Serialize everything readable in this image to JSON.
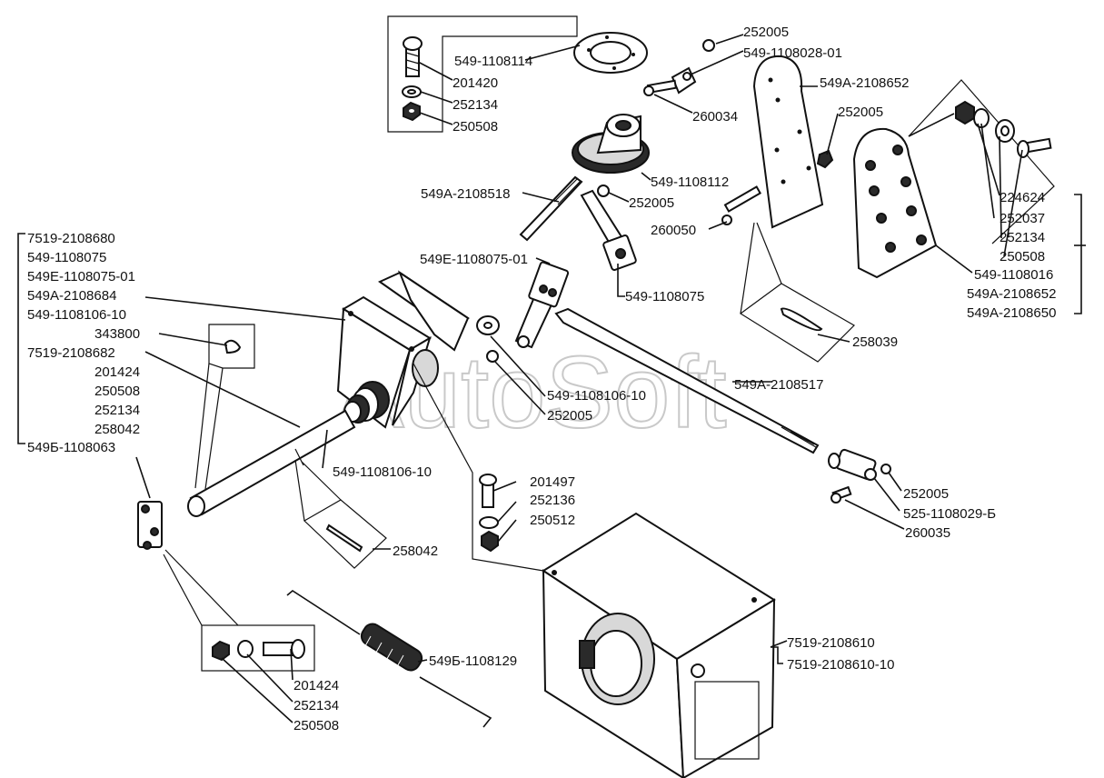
{
  "watermark": "AutoSoft",
  "labels": {
    "p549_1108114": "549-1108114",
    "p201420": "201420",
    "p252134_top": "252134",
    "p250508_top": "250508",
    "p252005_a": "252005",
    "p549_1108028_01": "549-1108028-01",
    "p260034": "260034",
    "p549A_2108652_a": "549A-2108652",
    "p252005_b": "252005",
    "p549_1108112": "549-1108112",
    "p549A_2108518": "549A-2108518",
    "p252005_c": "252005",
    "p260050": "260050",
    "p224624": "224624",
    "p252037": "252037",
    "p252134_r": "252134",
    "p250508_r": "250508",
    "p549_1108016": "549-1108016",
    "p549A_2108652_b": "549A-2108652",
    "p549A_2108650": "549A-2108650",
    "p549E_1108075_01": "549E-1108075-01",
    "p549_1108075_mid": "549-1108075",
    "p258039": "258039",
    "p549A_2108517": "549A-2108517",
    "p549_1108106_10_mid": "549-1108106-10",
    "p252005_d": "252005",
    "p549_1108106_10_shaft": "549-1108106-10",
    "p201497": "201497",
    "p252136": "252136",
    "p250512": "250512",
    "p258042_mid": "258042",
    "p252005_e": "252005",
    "p525_1108029_B": "525-1108029-Б",
    "p260035": "260035",
    "p549B_1108129": "549Б-1108129",
    "p201424_bot": "201424",
    "p252134_bot": "252134",
    "p250508_bot": "250508",
    "p7519_2108610": "7519-2108610",
    "p7519_2108610_10": "7519-2108610-10"
  },
  "left_list": [
    "7519-2108680",
    "549-1108075",
    "549E-1108075-01",
    "549A-2108684",
    "549-1108106-10",
    "343800",
    "7519-2108682",
    "201424",
    "250508",
    "252134",
    "258042",
    "549Б-1108063"
  ]
}
